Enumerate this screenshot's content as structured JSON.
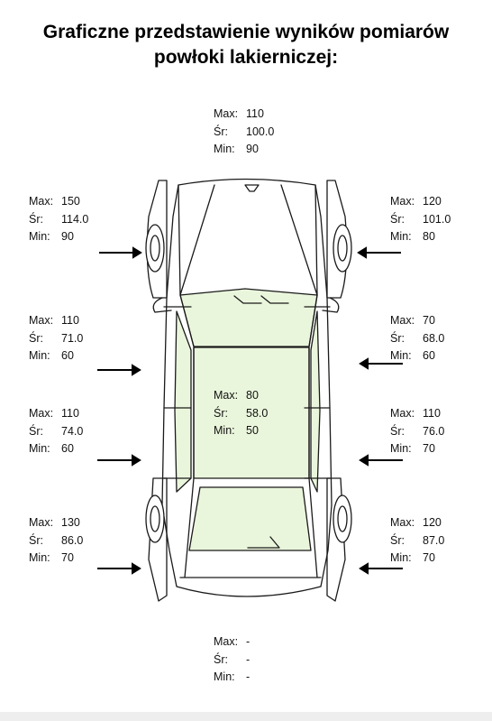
{
  "title_line1": "Graficzne przedstawienie wyników pomiarów",
  "title_line2": "powłoki lakierniczej:",
  "labels": {
    "max": "Max:",
    "avg": "Śr:",
    "min": "Min:"
  },
  "measurements": {
    "hood": {
      "max": "110",
      "avg": "100.0",
      "min": "90"
    },
    "left_front_fender": {
      "max": "150",
      "avg": "114.0",
      "min": "90"
    },
    "right_front_fender": {
      "max": "120",
      "avg": "101.0",
      "min": "80"
    },
    "left_front_door": {
      "max": "110",
      "avg": "71.0",
      "min": "60"
    },
    "right_front_door": {
      "max": "70",
      "avg": "68.0",
      "min": "60"
    },
    "roof": {
      "max": "80",
      "avg": "58.0",
      "min": "50"
    },
    "left_rear_door": {
      "max": "110",
      "avg": "74.0",
      "min": "60"
    },
    "right_rear_door": {
      "max": "110",
      "avg": "76.0",
      "min": "70"
    },
    "left_rear_fender": {
      "max": "130",
      "avg": "86.0",
      "min": "70"
    },
    "right_rear_fender": {
      "max": "120",
      "avg": "87.0",
      "min": "70"
    },
    "trunk": {
      "max": "-",
      "avg": "-",
      "min": "-"
    }
  },
  "colors": {
    "glass": "#eaf6dc",
    "line": "#1a1a1a",
    "arrow": "#000000"
  }
}
